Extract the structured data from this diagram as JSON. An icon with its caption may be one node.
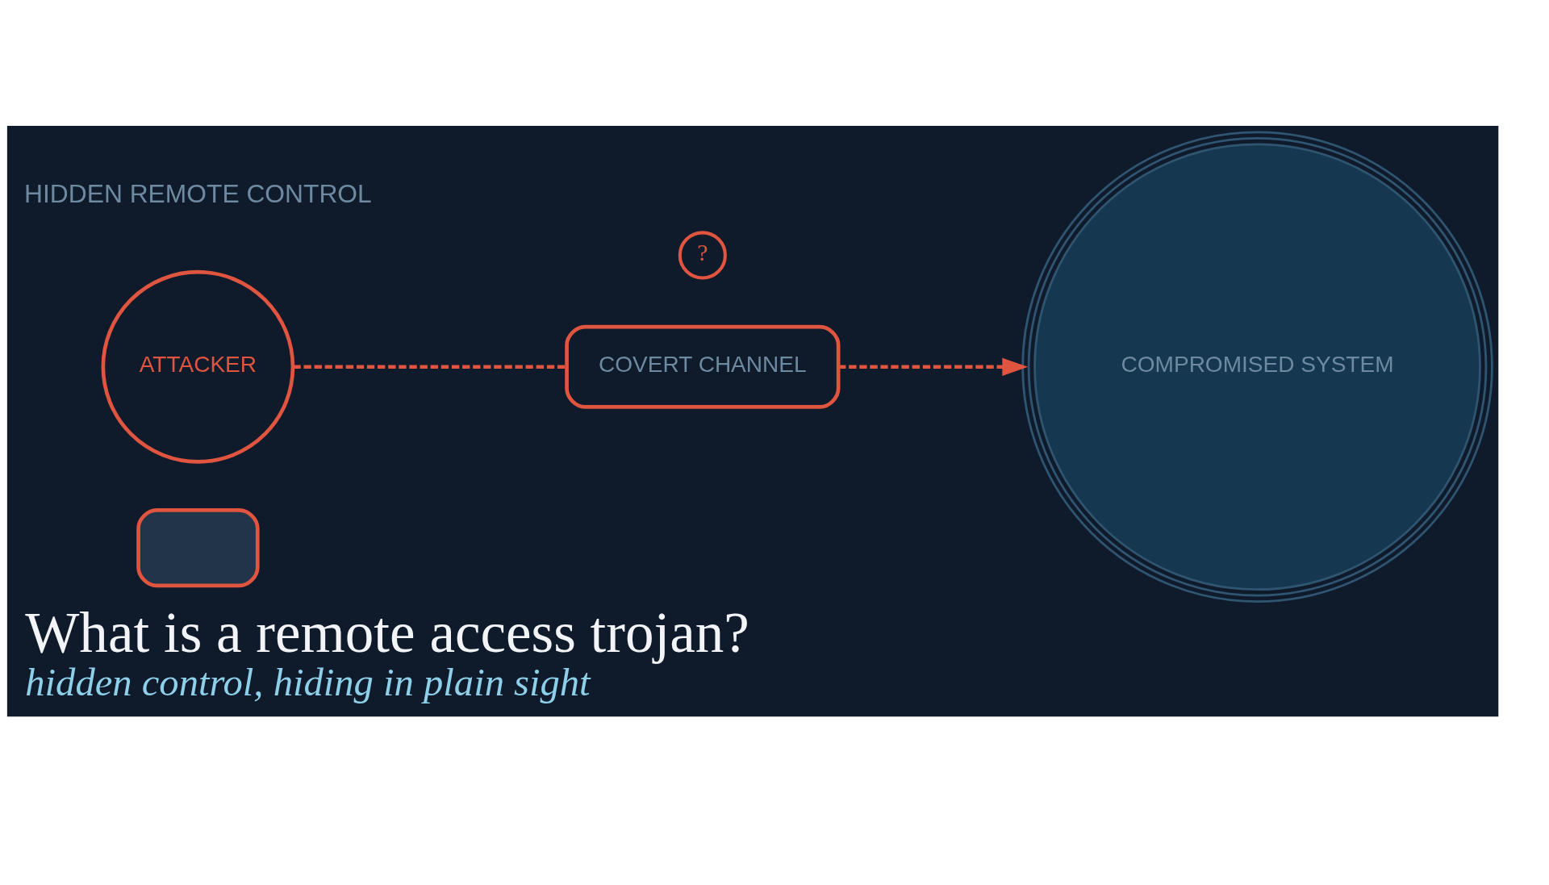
{
  "diagram": {
    "title": "What is a remote access trojan?",
    "caption": "hidden control, hiding in plain sight",
    "nodes": [
      {
        "text": [
          "ATTACKER"
        ]
      },
      {
        "text": [],
        "shape": "box"
      },
      {
        "text": [
          "?"
        ]
      },
      {
        "text": [
          "COVERT CHANNEL"
        ]
      },
      {
        "text": [
          "COMPROMISED SYSTEM"
        ]
      }
    ],
    "edges": [
      {
        "from": 0,
        "to": 3,
        "arrow": "none",
        "style": "dashed"
      },
      {
        "from": 3,
        "to": 4,
        "arrow": "to",
        "style": "dashed"
      }
    ],
    "labels": [
      "HIDDEN REMOTE CONTROL"
    ]
  }
}
